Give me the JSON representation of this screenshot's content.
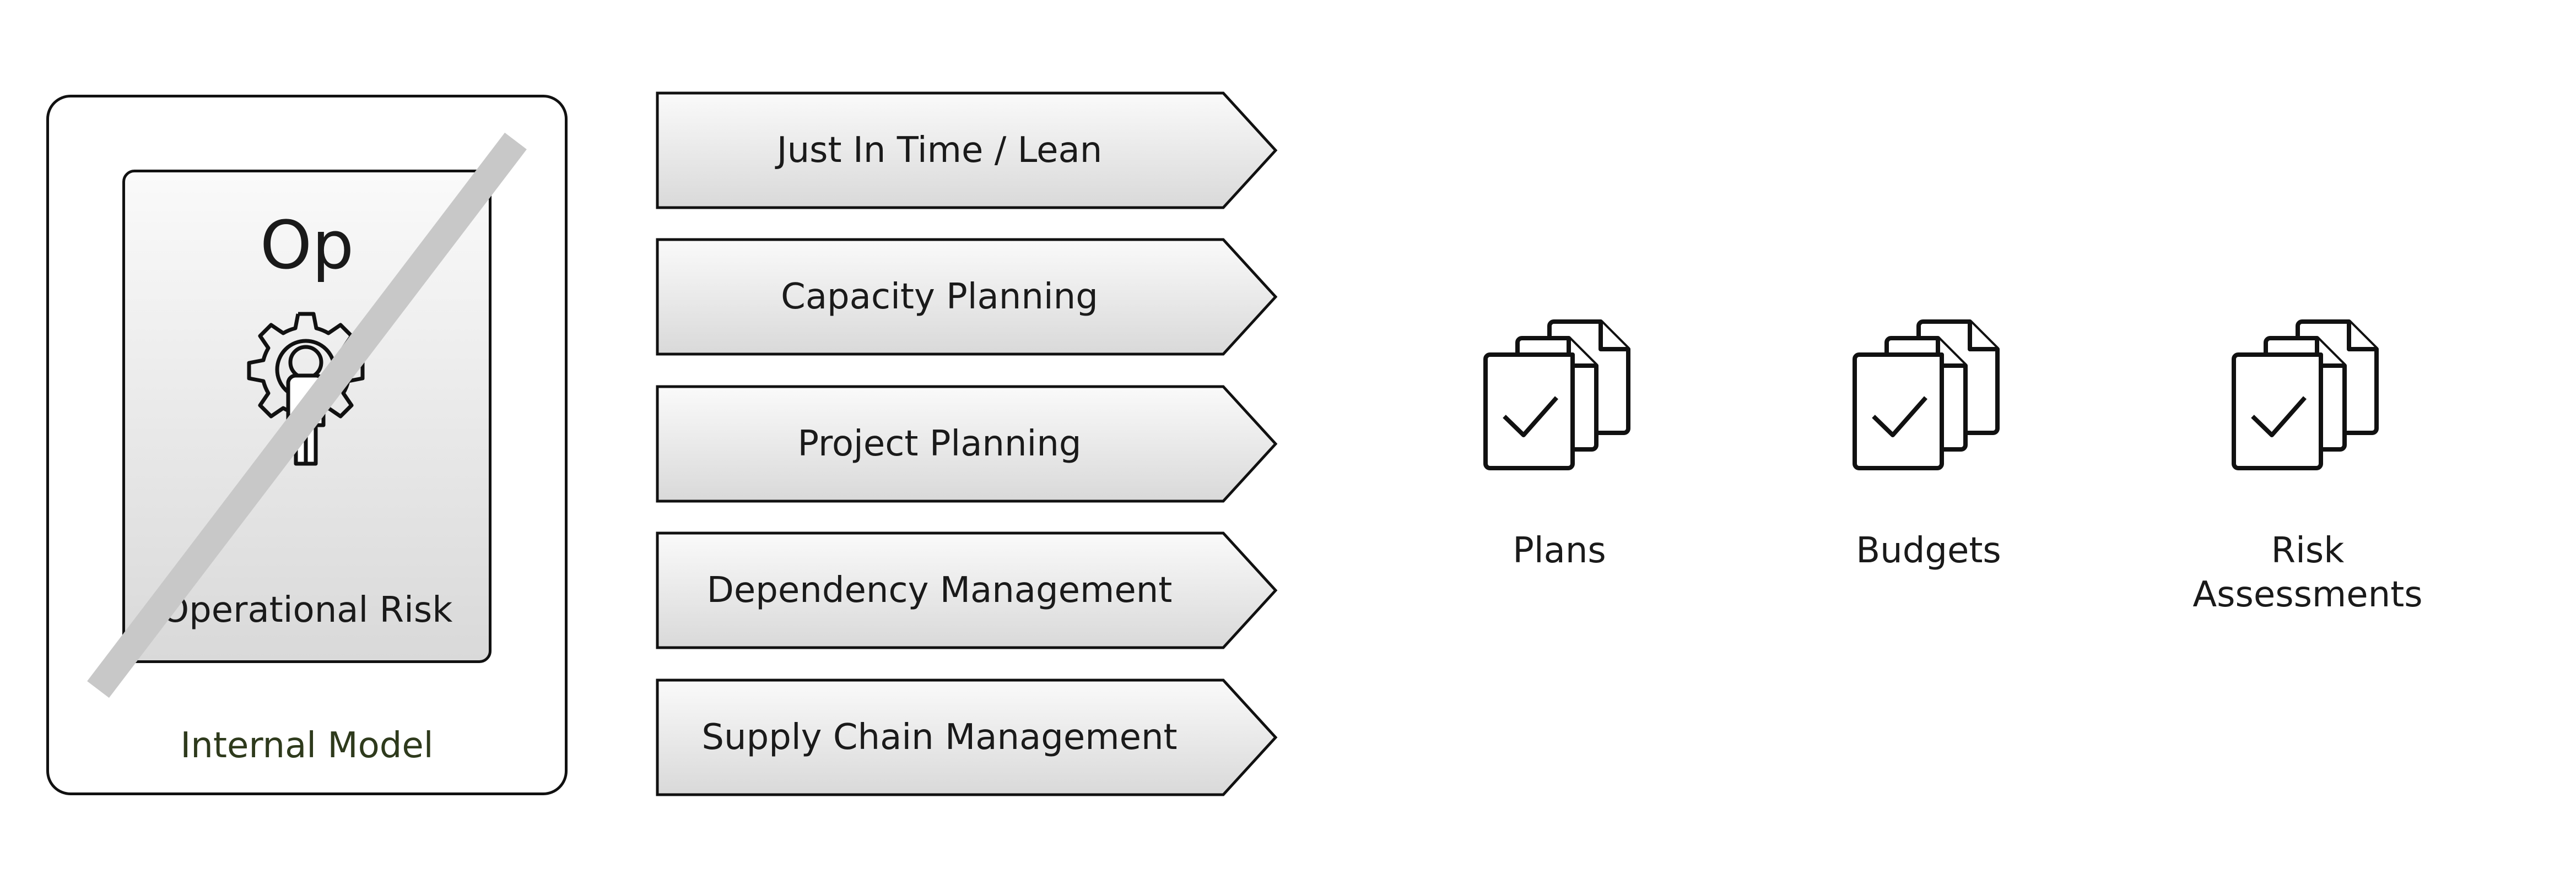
{
  "internal_model": {
    "title": "Internal Model",
    "module": {
      "abbreviation": "Op",
      "name": "Operational Risk",
      "icon": "gear-person-icon"
    }
  },
  "processes": [
    "Just In Time / Lean",
    "Capacity Planning",
    "Project Planning",
    "Dependency Management",
    "Supply Chain Management"
  ],
  "outputs": [
    {
      "label": "Plans",
      "icon": "approved-documents-icon"
    },
    {
      "label": "Budgets",
      "icon": "approved-documents-icon"
    },
    {
      "label": "Risk Assessments",
      "icon": "approved-documents-icon"
    }
  ],
  "colors": {
    "outline": "#111111",
    "gradient_light": "#fafafa",
    "gradient_dark": "#d9d9d9",
    "strike": "#c8c8c8",
    "model_label": "#2e3a1c"
  }
}
